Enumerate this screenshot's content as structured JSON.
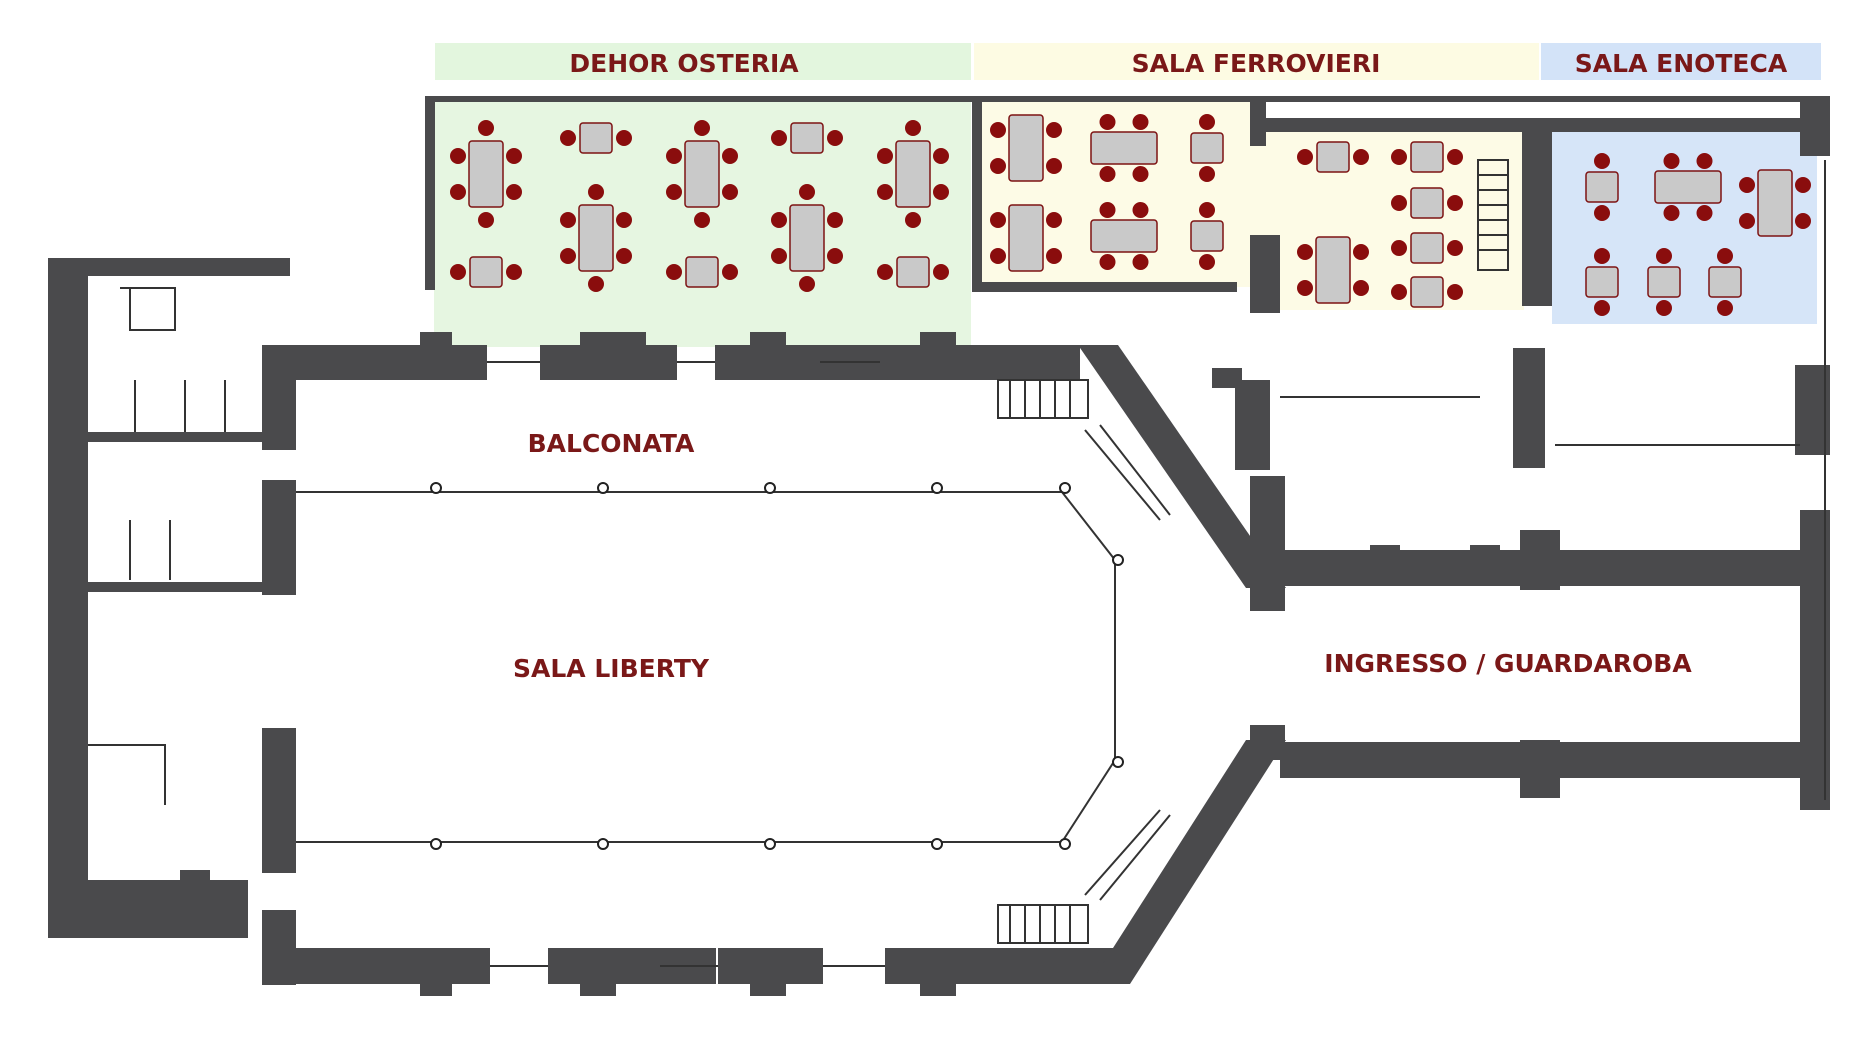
{
  "colors": {
    "wall": "#4a4a4c",
    "dehor_fill": "#e6f6e1",
    "ferrovieri_fill": "#fdfbe6",
    "enoteca_fill": "#d6e5f8",
    "table_fill": "#c9c9c9",
    "table_stroke": "#7d1212",
    "chair": "#8a0d0d",
    "label": "#7a1818",
    "thin_line": "#333333"
  },
  "zones": {
    "dehor_osteria": "DEHOR OSTERIA",
    "sala_ferrovieri": "SALA FERROVIERI",
    "sala_enoteca": "SALA ENOTECA"
  },
  "rooms": {
    "balconata": "BALCONATA",
    "sala_liberty": "SALA LIBERTY",
    "ingresso_guardaroba": "INGRESSO / GUARDAROBA"
  }
}
